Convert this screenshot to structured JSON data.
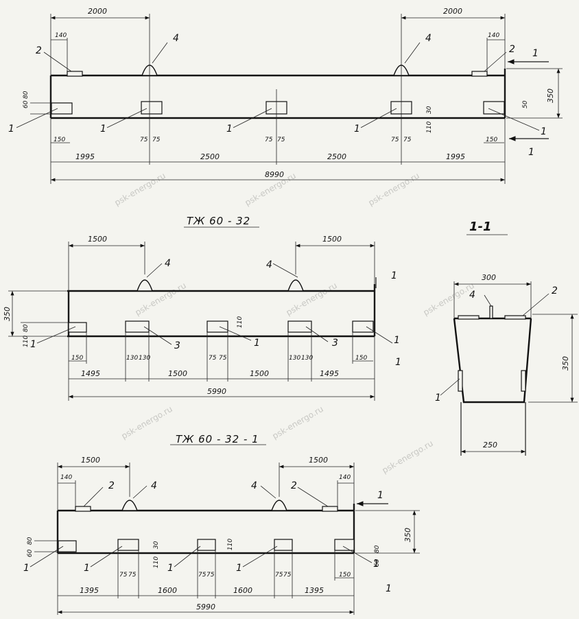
{
  "watermark": "psk-energo.ru",
  "colors": {
    "ink": "#111111",
    "paper": "#f4f4ef",
    "watermark": "#c8c8c4"
  },
  "view_top": {
    "dims": {
      "d2000_l": "2000",
      "d2000_r": "2000",
      "d140_l": "140",
      "d140_r": "140",
      "d350": "350",
      "d60": "60",
      "d80": "80",
      "d50": "50",
      "d30": "30",
      "d110": "110",
      "d150_l": "150",
      "d150_r": "150",
      "d75a": "75",
      "d75b": "75",
      "d75c": "75",
      "d75d": "75",
      "d75e": "75",
      "d75f": "75",
      "d1995_l": "1995",
      "d2500_l": "2500",
      "d2500_r": "2500",
      "d1995_r": "1995",
      "d8990": "8990"
    },
    "labels": {
      "p2_l": "2",
      "p2_r": "2",
      "p4_l": "4",
      "p4_r": "4",
      "s1_top": "1",
      "s1_bot": "1",
      "p1_a": "1",
      "p1_b": "1",
      "p1_c": "1",
      "p1_d": "1",
      "p1_e": "1"
    }
  },
  "view_mid": {
    "title": "ТЖ 60 - 32",
    "dims": {
      "d1500_l": "1500",
      "d1500_r": "1500",
      "d350": "350",
      "d80": "80",
      "d110": "110",
      "d110b": "110",
      "d150_l": "150",
      "d150_r": "150",
      "d130a": "130",
      "d130b": "130",
      "d75a": "75",
      "d75b": "75",
      "d130c": "130",
      "d130d": "130",
      "d1495_l": "1495",
      "d1500_a": "1500",
      "d1500_b": "1500",
      "d1495_r": "1495",
      "d5990": "5990"
    },
    "labels": {
      "p4_l": "4",
      "p4_r": "4",
      "s1_top": "1",
      "s1_bot": "1",
      "p1_a": "1",
      "p3_a": "3",
      "p1_b": "1",
      "p3_b": "3",
      "p1_c": "1"
    }
  },
  "section": {
    "title": "1-1",
    "dims": {
      "d300": "300",
      "d350": "350",
      "d250": "250"
    },
    "labels": {
      "p4": "4",
      "p2": "2",
      "p1": "1"
    }
  },
  "view_bot": {
    "title": "ТЖ 60 - 32 - 1",
    "dims": {
      "d1500_l": "1500",
      "d1500_r": "1500",
      "d140_l": "140",
      "d140_r": "140",
      "d350": "350",
      "d60": "60",
      "d80": "80",
      "d110": "110",
      "d110b": "110",
      "d30": "30",
      "d80r": "80",
      "d60r": "60",
      "d150": "150",
      "d75a": "75",
      "d75b": "75",
      "d75c": "75",
      "d75d": "75",
      "d75e": "75",
      "d75f": "75",
      "d1395_l": "1395",
      "d1600_l": "1600",
      "d1600_r": "1600",
      "d1395_r": "1395",
      "d5990": "5990"
    },
    "labels": {
      "p2_l": "2",
      "p4_l": "4",
      "p4_r": "4",
      "p2_r": "2",
      "s1_top": "1",
      "s1_bot": "1",
      "p1_a": "1",
      "p1_b": "1",
      "p1_c": "1",
      "p1_d": "1",
      "p1_e": "1"
    }
  }
}
